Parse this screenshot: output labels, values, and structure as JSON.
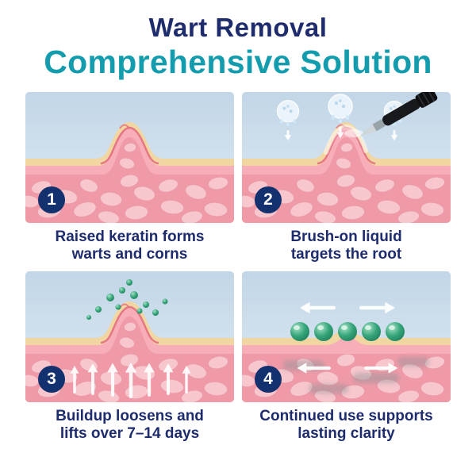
{
  "header": {
    "title": "Wart Removal",
    "subtitle": "Comprehensive Solution"
  },
  "colors": {
    "title_navy": "#1e2b6d",
    "subtitle_teal": "#129cae",
    "badge_navy": "#14316f",
    "skin_pink": "#f6aab6",
    "skin_cream": "#f2d6a2",
    "sky_blue": "#cde0ee",
    "particle_green": "#2f9e6f"
  },
  "panels": [
    {
      "number": "1",
      "caption_line1": "Raised keratin forms",
      "caption_line2": "warts and corns"
    },
    {
      "number": "2",
      "caption_line1": "Brush-on liquid",
      "caption_line2": "targets the root"
    },
    {
      "number": "3",
      "caption_line1": "Buildup loosens and",
      "caption_line2": "lifts over 7–14 days"
    },
    {
      "number": "4",
      "caption_line1": "Continued use supports",
      "caption_line2": "lasting clarity"
    }
  ]
}
